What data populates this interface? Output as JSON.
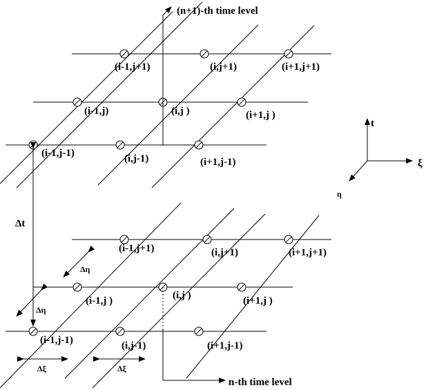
{
  "time_levels": {
    "upper": "(n+1)-th time level",
    "lower": "n-th time level"
  },
  "upper_nodes": [
    "(i-1,j+1)",
    "(i,j+1)",
    "(i+1,j+1)",
    "(i-1,j)",
    "(i,j )",
    "(i+1,j )",
    "(i-1,j-1)",
    "(i,j-1)",
    "(i+1,j-1)"
  ],
  "lower_nodes": [
    "(i-1,j+1)",
    "(i,j+1)",
    "(i+1,j+1)",
    "(i-1,j )",
    "(i,j )",
    "(i+1,j )",
    "(i-1,j-1)",
    "(i,j-1)",
    "(i+1,j-1)"
  ],
  "spacings": {
    "dt": "Δt",
    "deta_upper": "Δη",
    "deta_lower": "Δη",
    "dxi_left": "Δξ",
    "dxi_right": "Δξ"
  },
  "axes": {
    "t": "t",
    "xi": "ξ",
    "eta": "η"
  }
}
